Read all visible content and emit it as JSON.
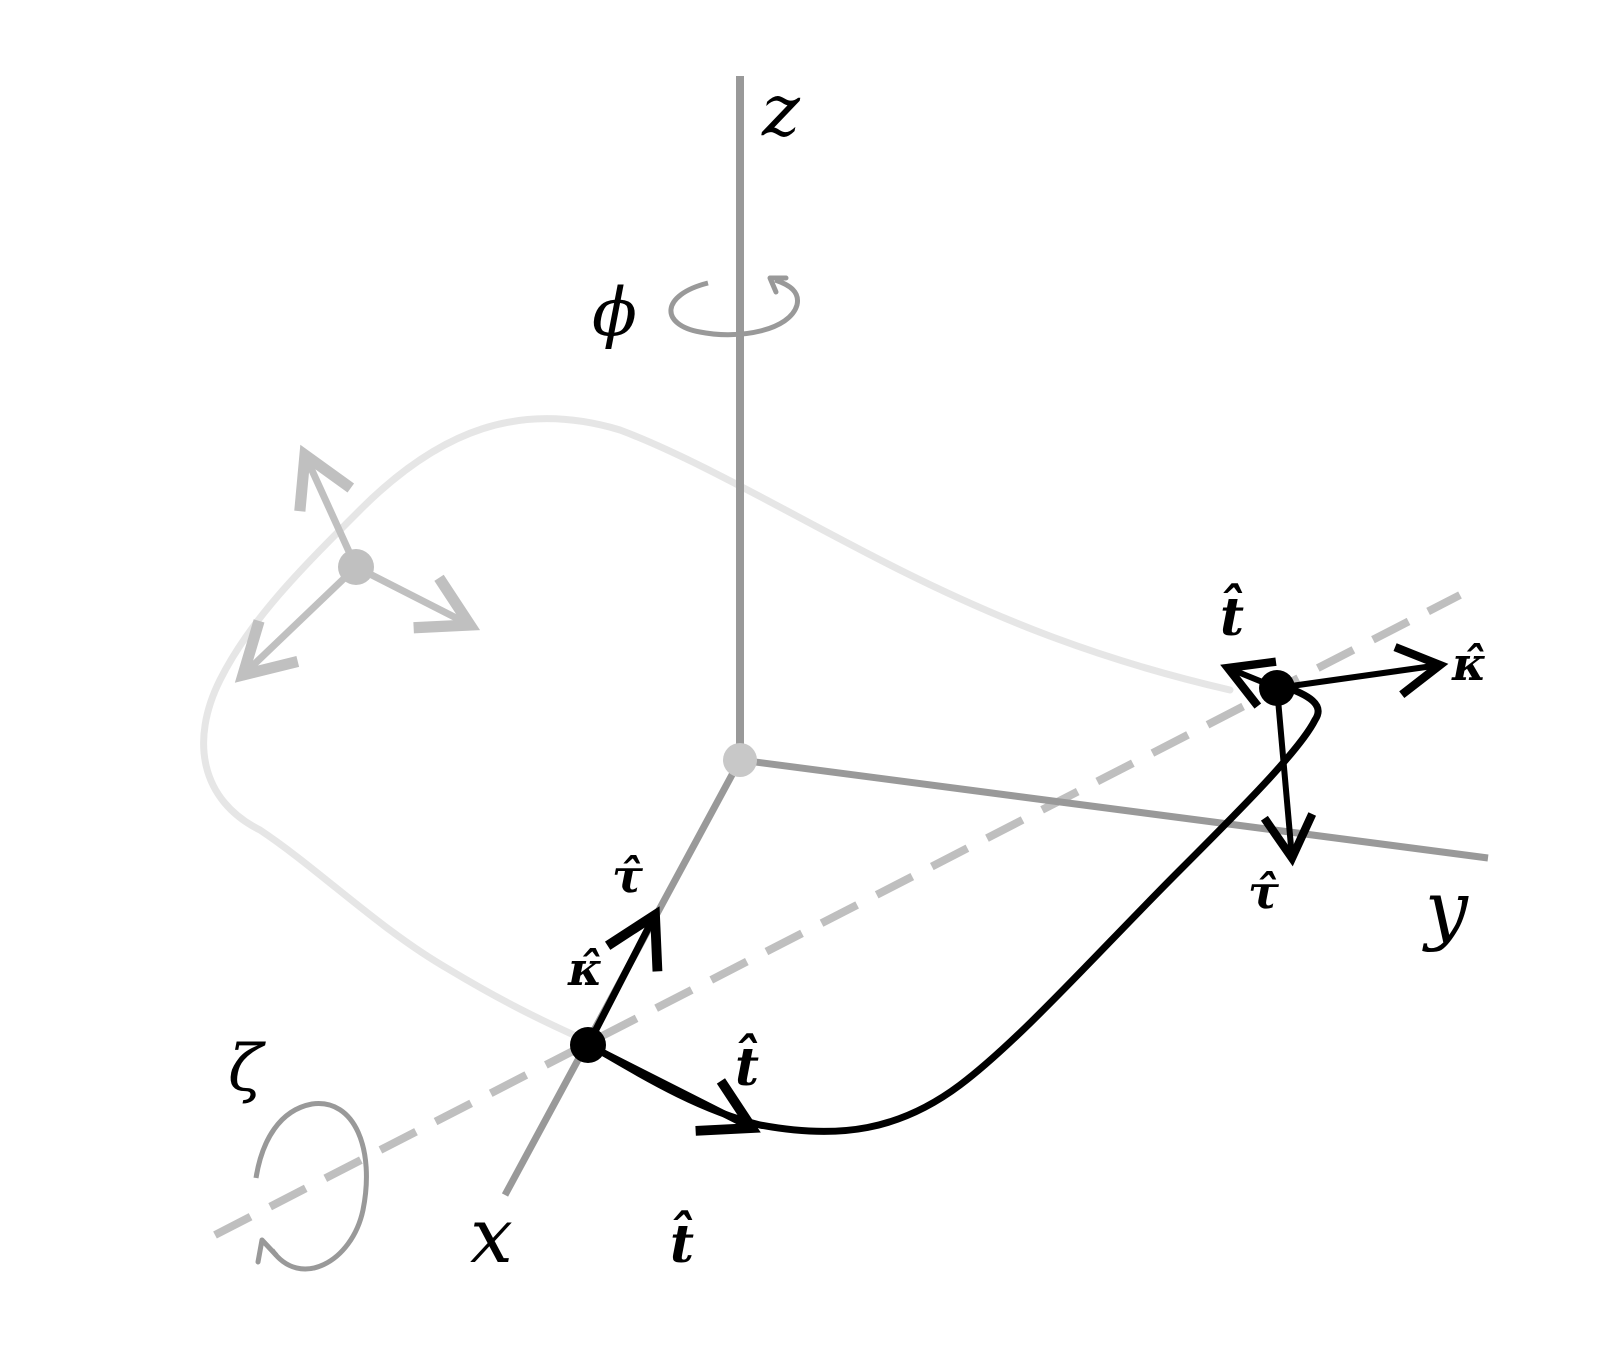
{
  "figure": {
    "description": "3D coordinate frame with space curve and moving frames (t, kappa, tau)",
    "axes": {
      "x": {
        "label": "x",
        "color": "#999999"
      },
      "y": {
        "label": "y",
        "color": "#999999"
      },
      "z": {
        "label": "z",
        "color": "#999999"
      }
    },
    "rotations": {
      "phi": {
        "label": "ϕ",
        "axis": "z",
        "color": "#999999"
      },
      "zeta": {
        "label": "ζ",
        "axis": "dashed-line",
        "color": "#999999"
      }
    },
    "dashed_axis": {
      "color": "#bfbfbf"
    },
    "curves": {
      "ghost_curve": {
        "color": "#e6e6e6"
      },
      "active_curve": {
        "color": "#000000"
      }
    },
    "frames": {
      "ghost_frame": {
        "color": "#c0c0c0"
      },
      "start_frame": {
        "t_label": "t̂",
        "kappa_label": "κ̂",
        "tau_label": "τ̂"
      },
      "end_frame": {
        "t_label": "t̂",
        "kappa_label": "κ̂",
        "tau_label": "τ̂"
      },
      "extra_t_label": "t̂"
    },
    "origin_color": "#c8c8c8"
  }
}
